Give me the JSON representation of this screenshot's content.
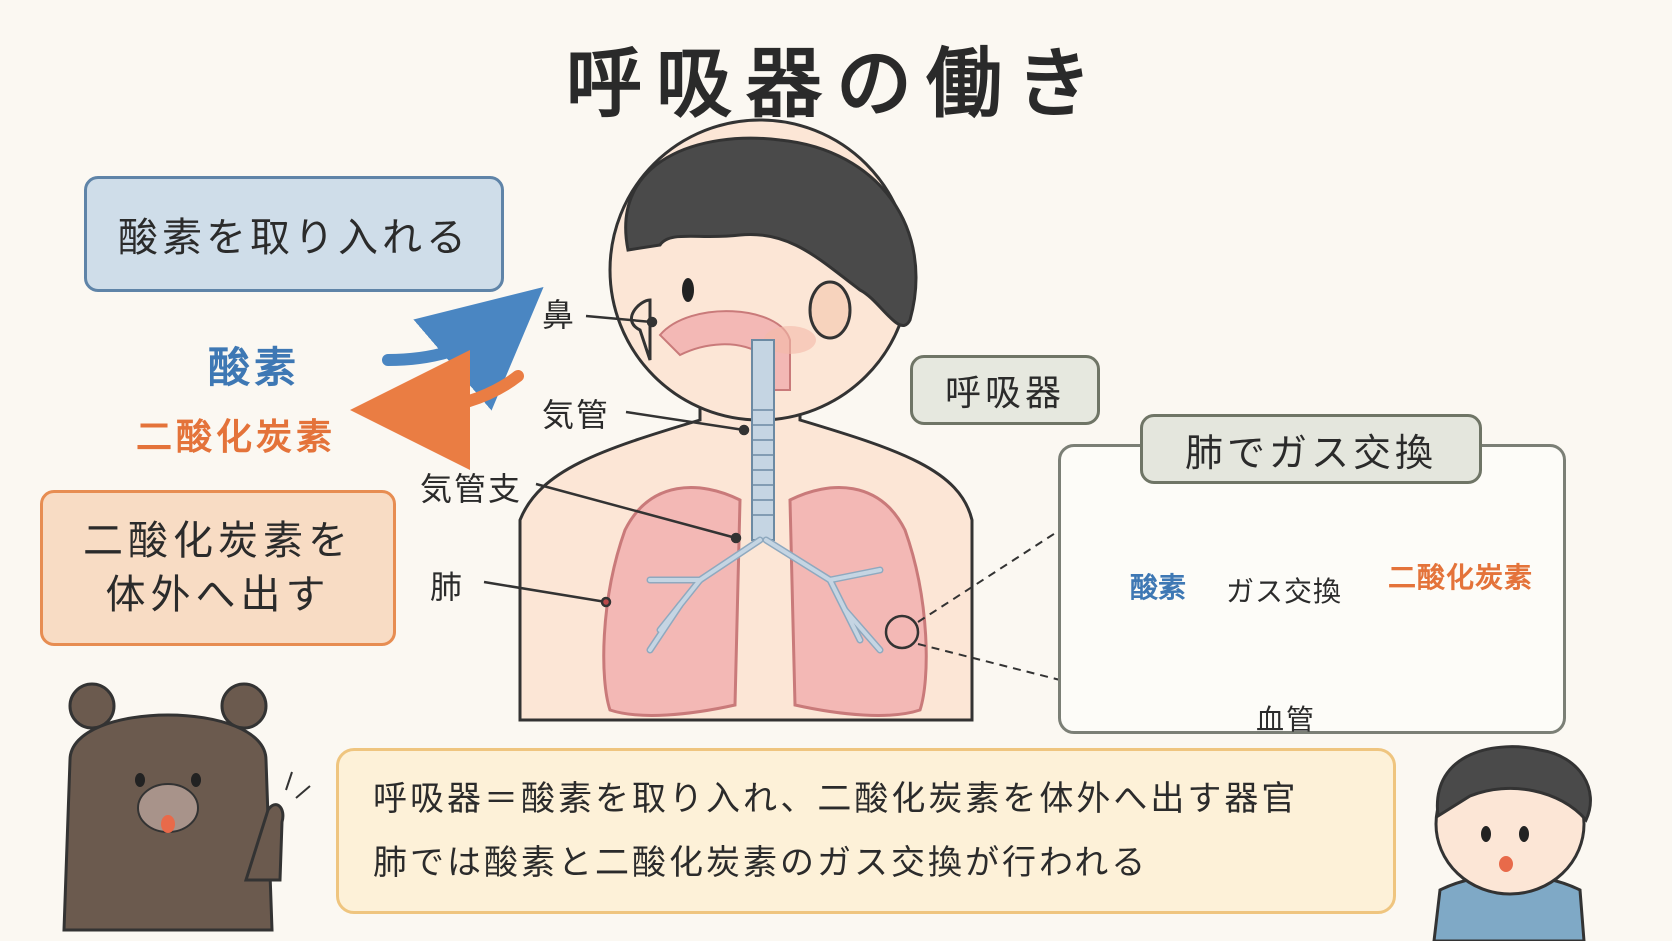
{
  "title": "呼吸器の働き",
  "boxes": {
    "intake": "酸素を取り入れる",
    "expel_line1": "二酸化炭素を",
    "expel_line2": "体外へ出す",
    "respiratory": "呼吸器",
    "gas_exchange_title": "肺でガス交換"
  },
  "flow": {
    "oxygen": "酸素",
    "carbon_dioxide": "二酸化炭素"
  },
  "labels": {
    "nose": "鼻",
    "trachea": "気管",
    "bronchi": "気管支",
    "lung": "肺",
    "blood_vessel": "血管"
  },
  "detail": {
    "oxygen": "酸素",
    "carbon_dioxide": "二酸化炭素",
    "gas_exchange": "ガス交換"
  },
  "summary": {
    "line1": "呼吸器＝酸素を取り入れ、二酸化炭素を体外へ出す器官",
    "line2": "肺では酸素と二酸化炭素のガス交換が行われる"
  },
  "colors": {
    "oxygen": "#3e78b4",
    "carbon_dioxide": "#e4733a",
    "lung": "#f3b8b5",
    "airway": "#c5d5e3",
    "skin": "#fbe2d0",
    "hair": "#4a4a4a"
  }
}
